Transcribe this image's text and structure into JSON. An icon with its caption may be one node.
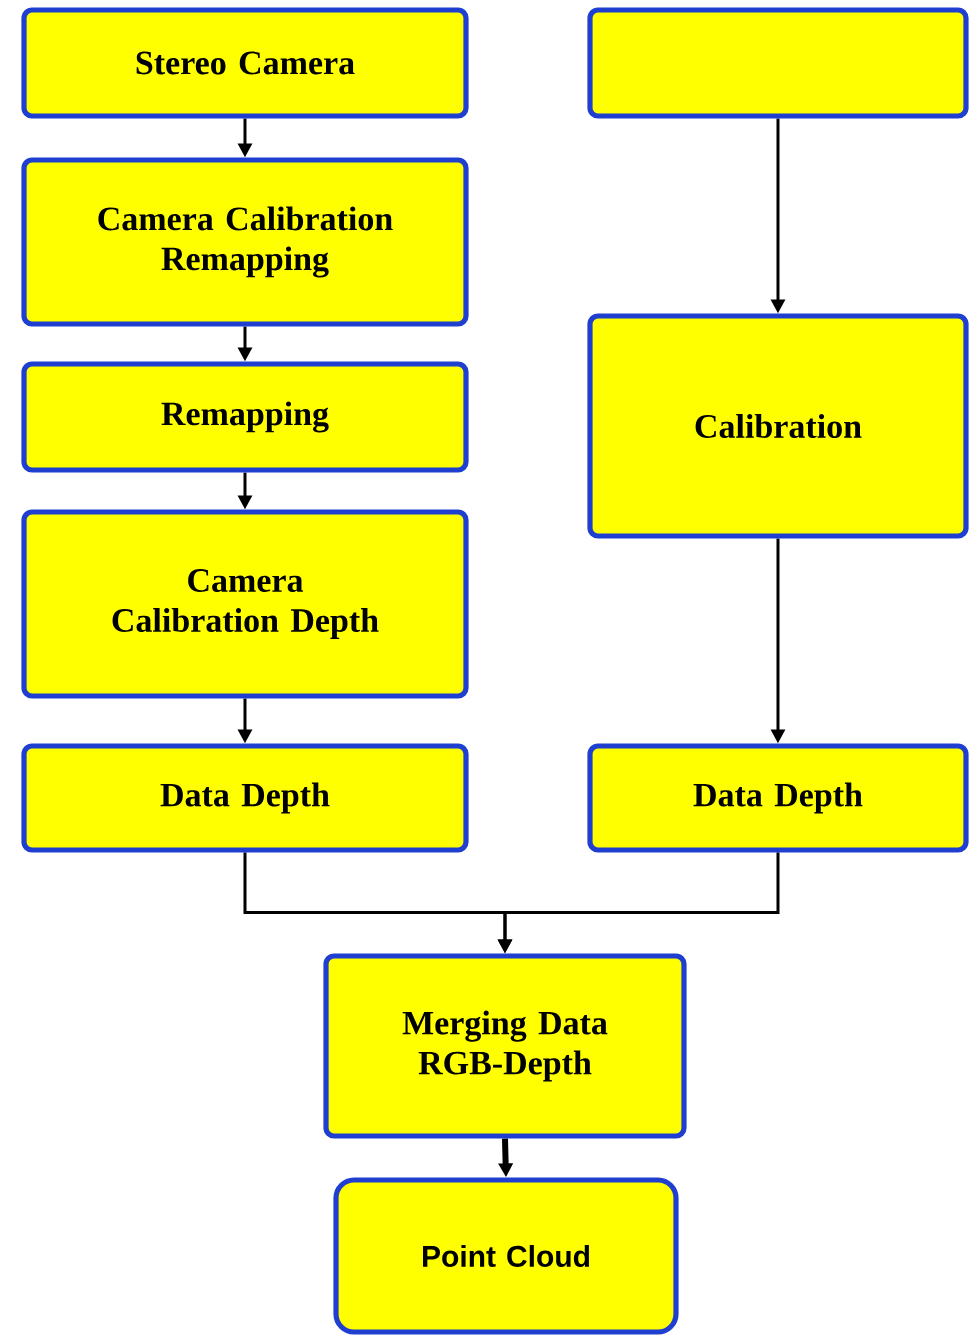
{
  "diagram": {
    "nodes": [
      {
        "text": [
          "Stereo Camera"
        ]
      },
      {
        "text": [
          "Camera Calibration Remapping"
        ]
      },
      {
        "text": [
          "Remapping"
        ]
      },
      {
        "text": [
          "Camera Calibration Depth"
        ]
      },
      {
        "text": [
          "Data Depth"
        ]
      },
      {
        "text": [],
        "shape": "box"
      },
      {
        "text": [
          "Calibration"
        ]
      },
      {
        "text": [
          "Data Depth"
        ]
      },
      {
        "text": [
          "Merging Data RGB-Depth"
        ]
      },
      {
        "text": [
          "Point Cloud"
        ]
      }
    ],
    "edges": [
      {
        "from": 0,
        "to": 1,
        "arrow": "to"
      },
      {
        "from": 1,
        "to": 2,
        "arrow": "to"
      },
      {
        "from": 2,
        "to": 3,
        "arrow": "to"
      },
      {
        "from": 3,
        "to": 4,
        "arrow": "to"
      },
      {
        "from": 5,
        "to": 6,
        "arrow": "to"
      },
      {
        "from": 6,
        "to": 7,
        "arrow": "to"
      },
      {
        "from": 4,
        "to": 8,
        "arrow": "to"
      },
      {
        "from": 7,
        "to": 8,
        "arrow": "to"
      },
      {
        "from": 8,
        "to": 9,
        "arrow": "to",
        "style": "thick"
      }
    ]
  }
}
